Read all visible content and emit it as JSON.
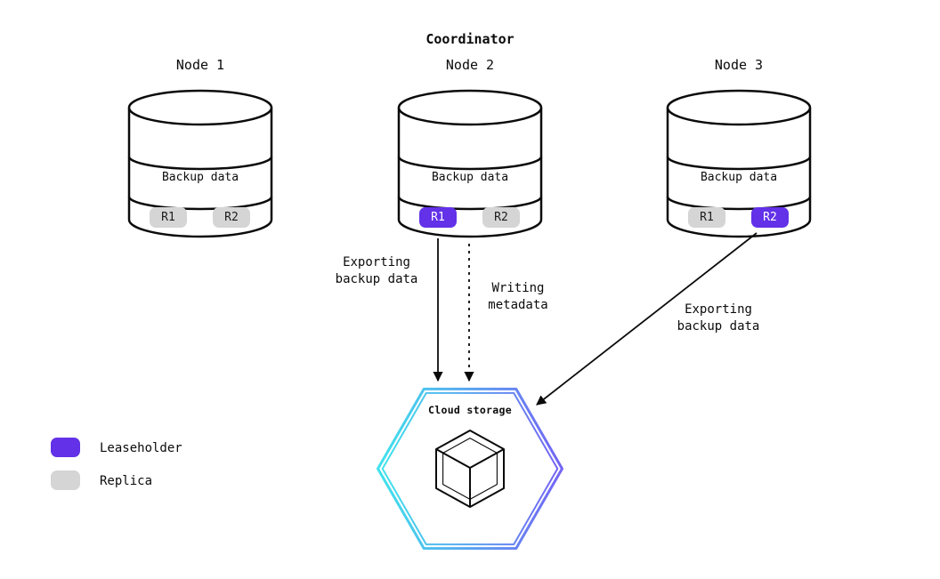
{
  "title": "Coordinator",
  "nodes": [
    {
      "label": "Node 1",
      "data_label": "Backup data",
      "replicas": [
        {
          "label": "R1",
          "type": "replica"
        },
        {
          "label": "R2",
          "type": "replica"
        }
      ]
    },
    {
      "label": "Node 2",
      "data_label": "Backup data",
      "replicas": [
        {
          "label": "R1",
          "type": "leaseholder"
        },
        {
          "label": "R2",
          "type": "replica"
        }
      ]
    },
    {
      "label": "Node 3",
      "data_label": "Backup data",
      "replicas": [
        {
          "label": "R1",
          "type": "replica"
        },
        {
          "label": "R2",
          "type": "leaseholder"
        }
      ]
    }
  ],
  "edges": [
    {
      "from": "Node 2 R1",
      "to": "Cloud storage",
      "label": "Exporting\nbackup data",
      "style": "solid"
    },
    {
      "from": "Node 2",
      "to": "Cloud storage",
      "label": "Writing\nmetadata",
      "style": "dashed"
    },
    {
      "from": "Node 3 R2",
      "to": "Cloud storage",
      "label": "Exporting\nbackup data",
      "style": "solid"
    }
  ],
  "cloud_storage": {
    "label": "Cloud storage",
    "icon": "cube-icon"
  },
  "legend": [
    {
      "label": "Leaseholder",
      "type": "leaseholder",
      "color": "#6231e8"
    },
    {
      "label": "Replica",
      "type": "replica",
      "color": "#d5d5d5"
    }
  ],
  "colors": {
    "leaseholder": "#6231e8",
    "replica": "#d5d5d5",
    "stroke": "#0b0b0b",
    "hexagon_gradient_start": "#3fe3ec",
    "hexagon_gradient_end": "#7464f4"
  }
}
